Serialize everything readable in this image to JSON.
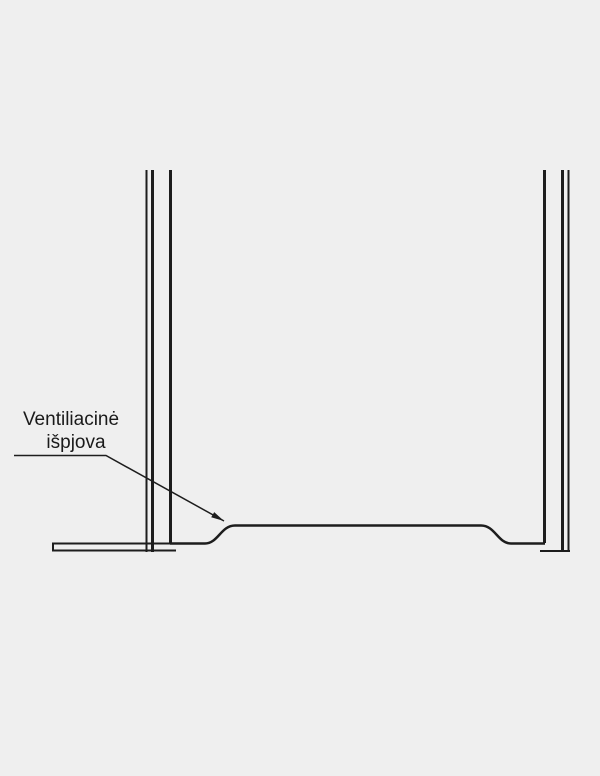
{
  "page": {
    "background_color": "#efefef",
    "line_color": "#1d1d1d",
    "text_color": "#1a1a1a"
  },
  "diagram": {
    "type": "technical-section-drawing",
    "label": {
      "line1": "Ventiliacinė",
      "line2": "išpjova"
    }
  }
}
